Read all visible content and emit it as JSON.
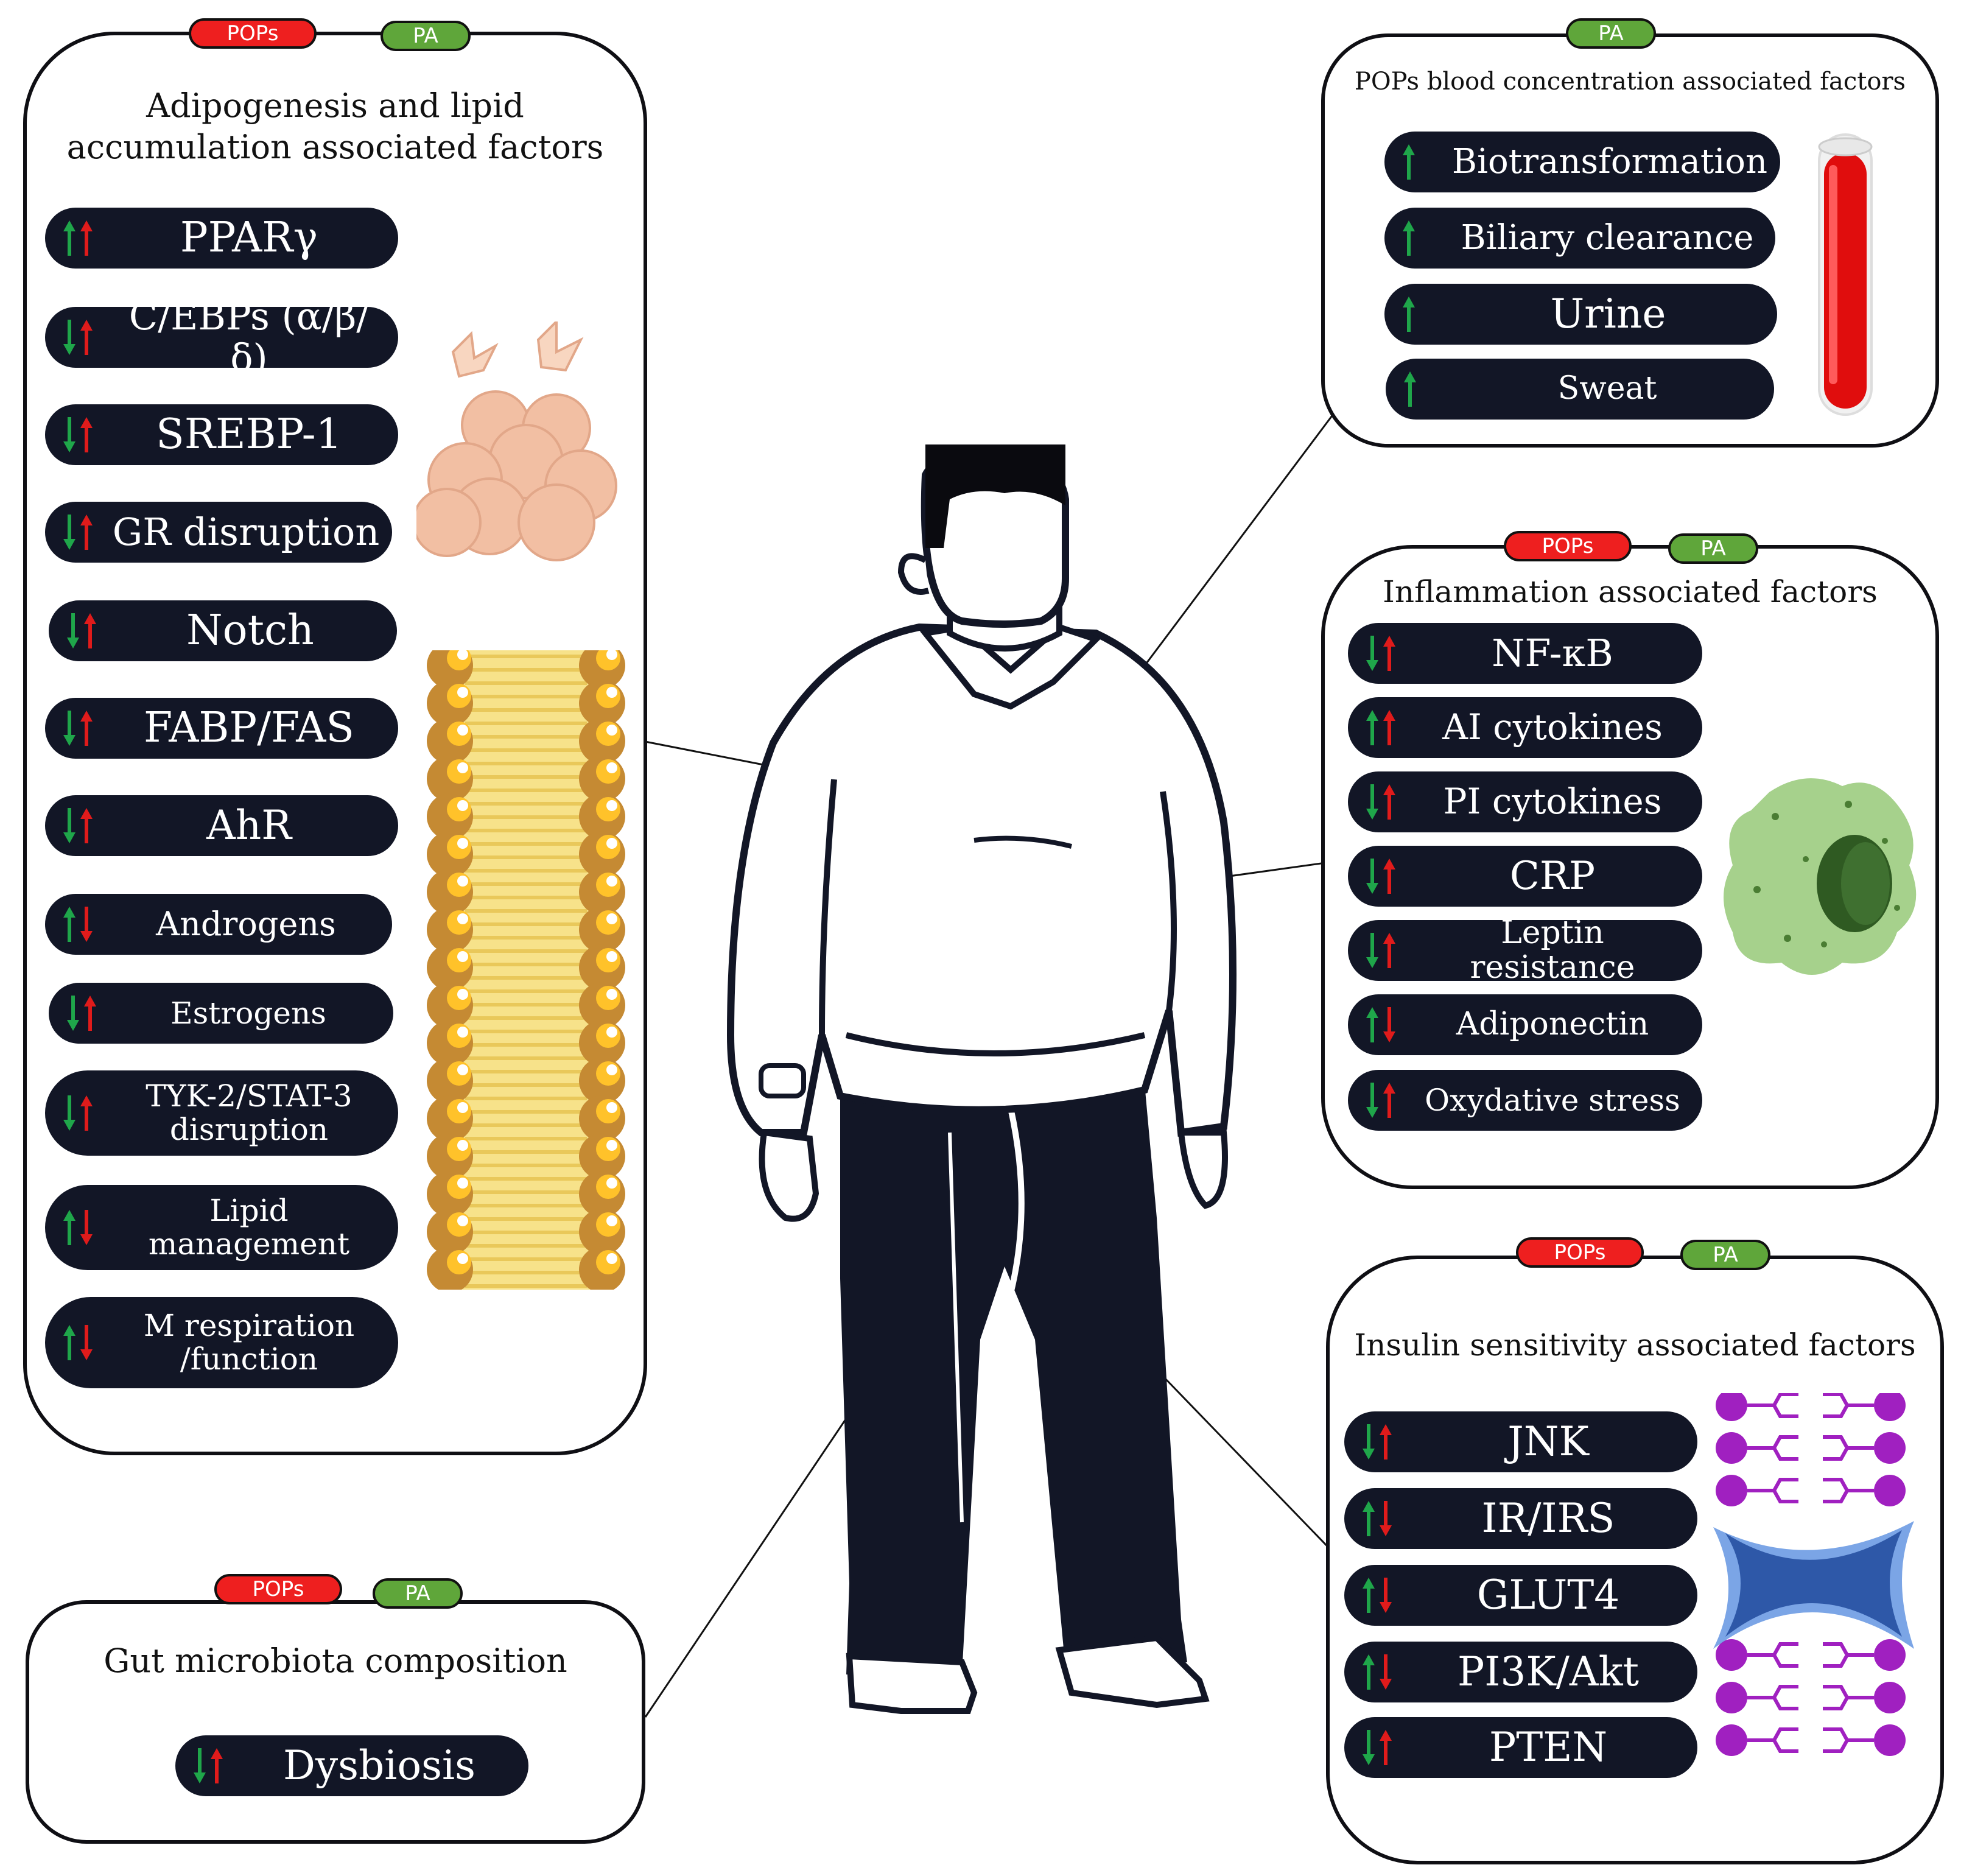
{
  "colors": {
    "pill_bg": "#121626",
    "pops_tag": "#ee1f1f",
    "pa_tag": "#5fa63a",
    "arrow_up": "#1fa64a",
    "arrow_down": "#e01b1b",
    "panel_border": "#0f0f14"
  },
  "tags": {
    "pops": "POPs",
    "pa": "PA"
  },
  "panels": {
    "adipogenesis": {
      "title_line1": "Adipogenesis and lipid",
      "title_line2": "accumulation associated factors",
      "items": [
        {
          "label": "PPARγ",
          "arrows": [
            "up-green",
            "up-red"
          ]
        },
        {
          "label": "C/EBPs (α/β/δ)",
          "arrows": [
            "down-green",
            "up-red"
          ]
        },
        {
          "label": "SREBP-1",
          "arrows": [
            "down-green",
            "up-red"
          ]
        },
        {
          "label": "GR disruption",
          "arrows": [
            "down-green",
            "up-red"
          ]
        },
        {
          "label": "Notch",
          "arrows": [
            "down-green",
            "up-red"
          ]
        },
        {
          "label": "FABP/FAS",
          "arrows": [
            "down-green",
            "up-red"
          ]
        },
        {
          "label": "AhR",
          "arrows": [
            "down-green",
            "up-red"
          ]
        },
        {
          "label": "Androgens",
          "arrows": [
            "up-green",
            "down-red"
          ]
        },
        {
          "label": "Estrogens",
          "arrows": [
            "down-green",
            "up-red"
          ]
        },
        {
          "label": "TYK-2/STAT-3 disruption",
          "line1": "TYK-2/STAT-3",
          "line2": "disruption",
          "arrows": [
            "down-green",
            "up-red"
          ]
        },
        {
          "label": "Lipid management",
          "line1": "Lipid",
          "line2": "management",
          "arrows": [
            "up-green",
            "down-red"
          ]
        },
        {
          "label": "M respiration /function",
          "line1": "M respiration",
          "line2": "/function",
          "arrows": [
            "up-green",
            "down-red"
          ]
        }
      ]
    },
    "blood": {
      "title": "POPs blood concentration associated factors",
      "items": [
        {
          "label": "Biotransformation",
          "arrows": [
            "up-green"
          ]
        },
        {
          "label": "Biliary clearance",
          "arrows": [
            "up-green"
          ]
        },
        {
          "label": "Urine",
          "arrows": [
            "up-green"
          ]
        },
        {
          "label": "Sweat",
          "arrows": [
            "up-green"
          ]
        }
      ]
    },
    "inflammation": {
      "title": "Inflammation associated factors",
      "items": [
        {
          "label": "NF-κB",
          "arrows": [
            "down-green",
            "up-red"
          ]
        },
        {
          "label": "AI cytokines",
          "arrows": [
            "up-green",
            "up-red"
          ]
        },
        {
          "label": "PI cytokines",
          "arrows": [
            "down-green",
            "up-red"
          ]
        },
        {
          "label": "CRP",
          "arrows": [
            "down-green",
            "up-red"
          ]
        },
        {
          "label": "Leptin resistance",
          "arrows": [
            "down-green",
            "up-red"
          ]
        },
        {
          "label": "Adiponectin",
          "arrows": [
            "up-green",
            "down-red"
          ]
        },
        {
          "label": "Oxydative stress",
          "arrows": [
            "down-green",
            "up-red"
          ]
        }
      ]
    },
    "insulin": {
      "title": "Insulin sensitivity associated factors",
      "items": [
        {
          "label": "JNK",
          "arrows": [
            "down-green",
            "up-red"
          ]
        },
        {
          "label": "IR/IRS",
          "arrows": [
            "up-green",
            "down-red"
          ]
        },
        {
          "label": "GLUT4",
          "arrows": [
            "up-green",
            "down-red"
          ]
        },
        {
          "label": "PI3K/Akt",
          "arrows": [
            "up-green",
            "down-red"
          ]
        },
        {
          "label": "PTEN",
          "arrows": [
            "down-green",
            "up-red"
          ]
        }
      ]
    },
    "gut": {
      "title": "Gut microbiota composition",
      "items": [
        {
          "label": "Dysbiosis",
          "arrows": [
            "down-green",
            "up-red"
          ]
        }
      ]
    }
  }
}
